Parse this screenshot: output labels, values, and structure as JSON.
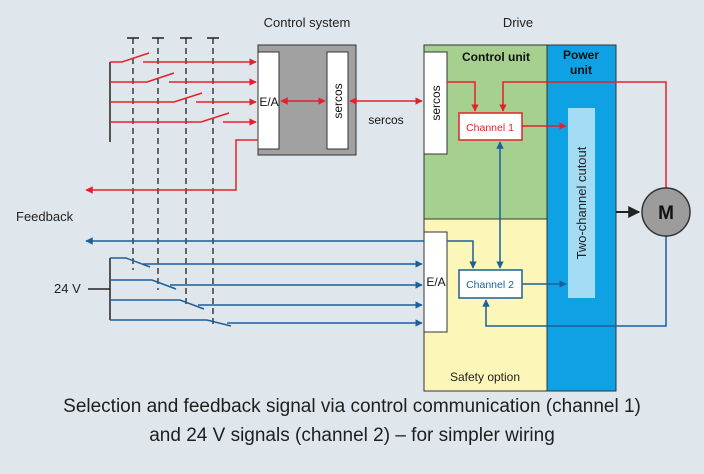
{
  "labels": {
    "control_system": "Control system",
    "drive": "Drive",
    "control_unit": "Control unit",
    "power_unit_line1": "Power",
    "power_unit_line2": "unit",
    "ea": "E/A",
    "sercos": "sercos",
    "channel1": "Channel 1",
    "channel2": "Channel 2",
    "two_channel_cutout": "Two-channel cutout",
    "motor": "M",
    "feedback": "Feedback",
    "voltage": "24 V",
    "safety_option": "Safety option"
  },
  "caption": {
    "line1": "Selection and feedback signal via control communication (channel 1)",
    "line2": "and 24 V signals (channel 2) – for simpler wiring"
  },
  "colors": {
    "background": "#dfe7ec",
    "channel1_red": "#e5202a",
    "channel2_blue": "#1c5f9b",
    "control_unit_green": "#a6d08f",
    "safety_yellow": "#fcf7b9",
    "power_unit_blue": "#0ea2e4",
    "cutout_light_blue": "#a4dcf5",
    "control_system_grey": "#a1a1a1",
    "motor_grey": "#9c9c9c"
  }
}
